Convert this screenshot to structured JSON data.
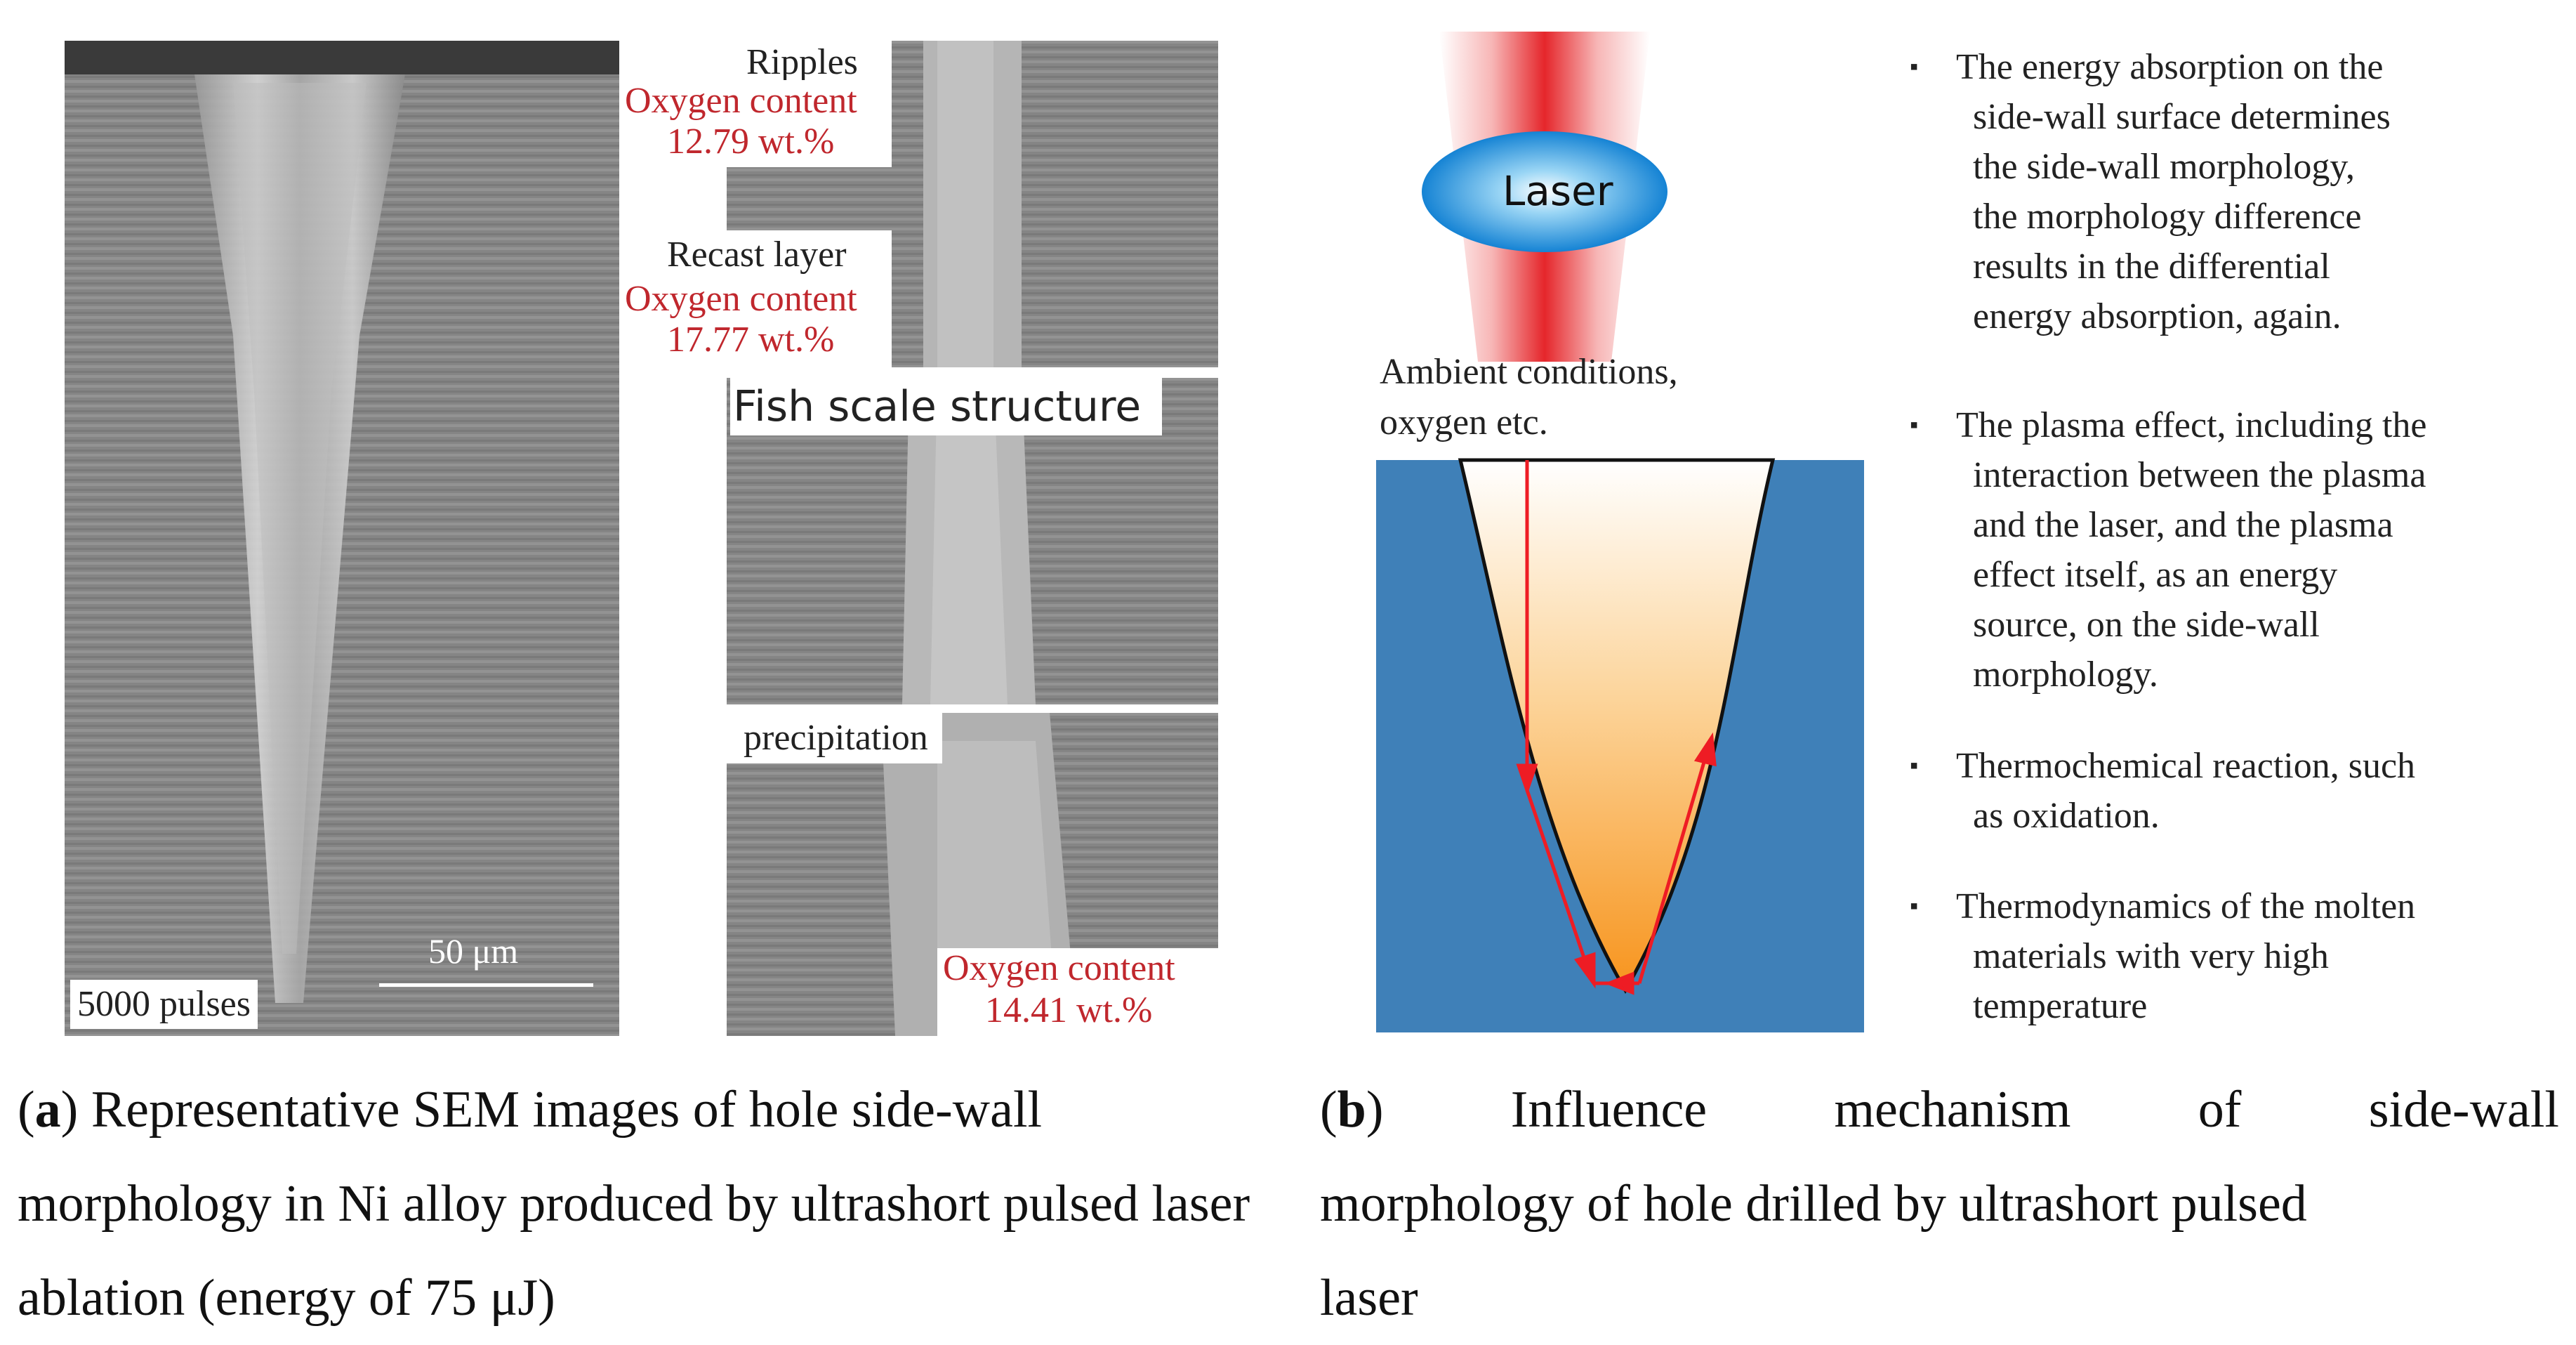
{
  "panel_a": {
    "sem_main": {
      "scale_bar": "50 μm",
      "pulses": "5000 pulses"
    },
    "ripples": {
      "title": "Ripples",
      "oxygen_label": "Oxygen content",
      "oxygen_value": "12.79 wt.%"
    },
    "recast": {
      "title": "Recast layer",
      "oxygen_label": "Oxygen content",
      "oxygen_value": "17.77 wt.%"
    },
    "fish": {
      "title": "Fish scale structure"
    },
    "precip": {
      "title": "precipitation",
      "oxygen_label": "Oxygen content",
      "oxygen_value": "14.41 wt.%"
    },
    "caption": {
      "letter_open": "(",
      "letter": "a",
      "letter_close": ")",
      "text": " Representative SEM images of hole side-wall morphology in Ni alloy produced by ultrashort pulsed laser ablation (energy of 75 μJ)"
    }
  },
  "panel_b": {
    "laser_label": "Laser",
    "ambient_line1": "Ambient conditions,",
    "ambient_line2": "oxygen etc.",
    "bullets": [
      [
        "The energy absorption on the",
        "side-wall surface determines",
        "the side-wall morphology,",
        "the morphology difference",
        "results in  the differential",
        "energy absorption, again."
      ],
      [
        "The plasma effect, including the",
        "interaction between the plasma",
        "and the laser, and the  plasma",
        "effect itself, as an energy",
        "source, on the side-wall",
        "morphology."
      ],
      [
        "Thermochemical reaction, such",
        "as oxidation."
      ],
      [
        "Thermodynamics of the molten",
        "materials with very high",
        "temperature"
      ]
    ],
    "bullet_symbol": "▪",
    "caption": {
      "letter_open": "(",
      "letter": "b",
      "letter_close": ")",
      "line1_words": [
        "Influence",
        "mechanism",
        "of",
        "side-wall"
      ],
      "line2": "morphology of hole drilled by ultrashort pulsed",
      "line3": "laser"
    }
  },
  "colors": {
    "laser_red": "#e5262b",
    "lens_blue": "#1583d4",
    "substrate_blue": "#3f80b8",
    "hole_orange": "#f7941d",
    "arrow_red": "#ee1c24",
    "text_red": "#c0272d"
  }
}
